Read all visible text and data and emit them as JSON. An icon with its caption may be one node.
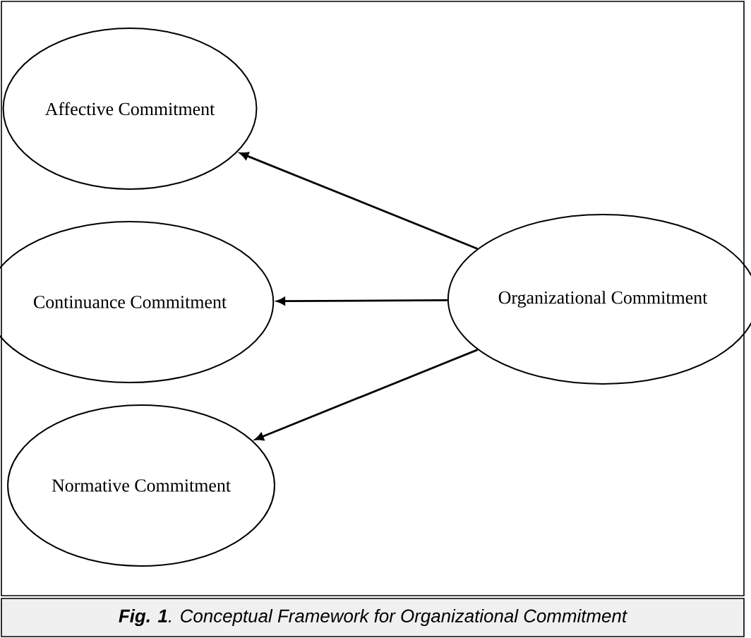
{
  "diagram": {
    "caption": "**Fig. 1**. Conceptual Framework for Organizational Commitment",
    "nodes": [
      {
        "text": [
          "Affective Commitment"
        ]
      },
      {
        "text": [
          "Continuance Commitment"
        ]
      },
      {
        "text": [
          "Normative Commitment"
        ]
      },
      {
        "text": [
          "Organizational Commitment"
        ]
      }
    ],
    "edges": [
      {
        "from": 3,
        "to": 0,
        "arrow": "to"
      },
      {
        "from": 3,
        "to": 1,
        "arrow": "to"
      },
      {
        "from": 3,
        "to": 2,
        "arrow": "to"
      }
    ]
  }
}
